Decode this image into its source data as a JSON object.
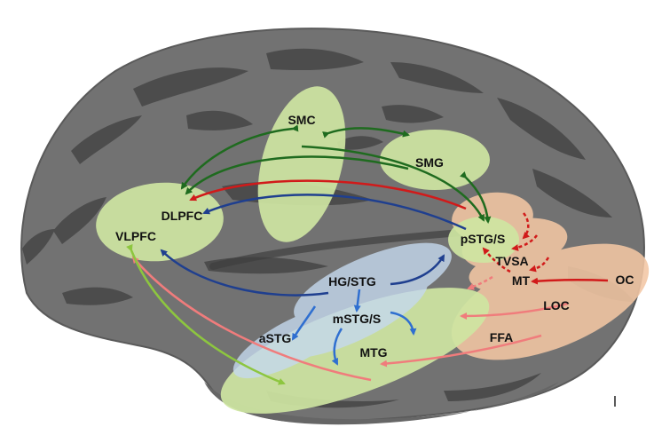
{
  "regions": {
    "smc": "SMC",
    "smg": "SMG",
    "dlpfc": "DLPFC",
    "vlpfc": "VLPFC",
    "pstg": "pSTG/S",
    "tvsa": "TVSA",
    "mt": "MT",
    "oc": "OC",
    "loc": "LOC",
    "hgstg": "HG/STG",
    "mstg": "mSTG/S",
    "astg": "aSTG",
    "mtg": "MTG",
    "ffa": "FFA"
  },
  "colors": {
    "brain": "#6f6f6f",
    "sulci": "#4a4a4a",
    "green_region": "#cfe6a2",
    "blue_region": "#c5d9ee",
    "orange_region": "#f3c7a4",
    "arrow_dark_green": "#1f6b1f",
    "arrow_red": "#d11a1a",
    "arrow_blue": "#1f3f8f",
    "arrow_mid_blue": "#2f6fd0",
    "arrow_pink": "#f07c7c",
    "arrow_lime": "#8dc63f"
  }
}
